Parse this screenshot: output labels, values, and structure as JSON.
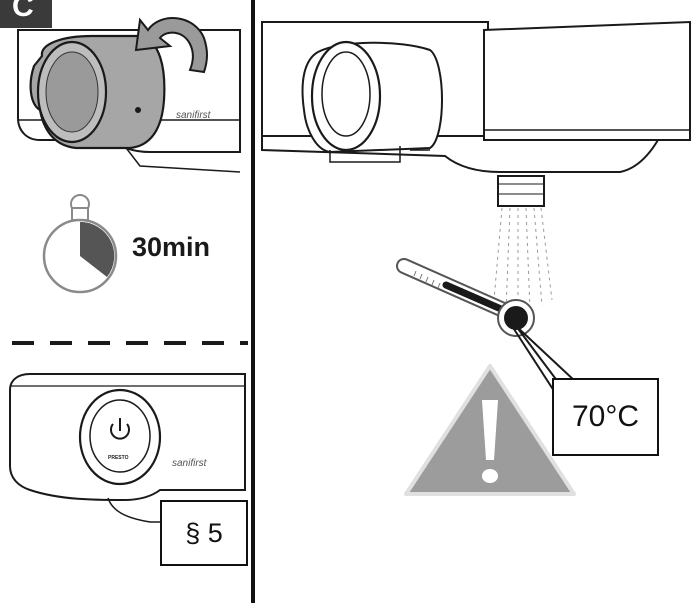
{
  "step": {
    "letter": "C"
  },
  "panel_top_left": {
    "duration": "30min",
    "brand": "sanifirst"
  },
  "panel_bottom_left": {
    "button_brand": "PRESTO",
    "brand": "sanifirst",
    "reference": "§ 5"
  },
  "panel_right": {
    "temperature": "70°C"
  },
  "colors": {
    "knob_gray": "#a6a6a6",
    "timer_fill": "#555555",
    "warning_gray": "#9c9c9c",
    "badge": "#3a3a3a"
  },
  "icons": [
    "rotate-arrow-icon",
    "stopwatch-icon",
    "power-icon",
    "thermometer-icon",
    "warning-icon"
  ]
}
